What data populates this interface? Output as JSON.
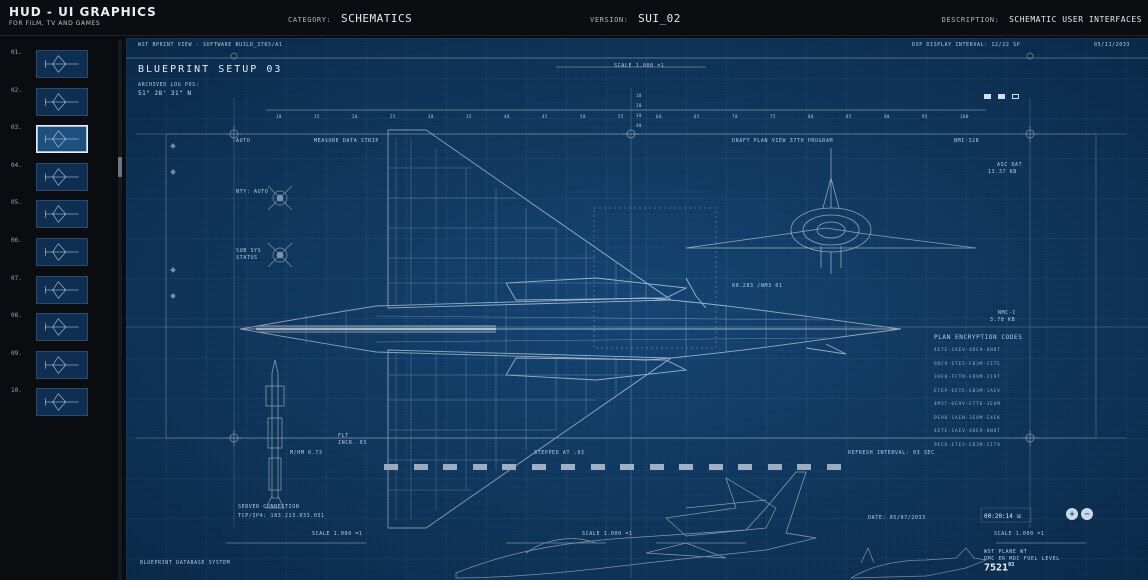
{
  "header": {
    "brand_title": "HUD - UI GRAPHICS",
    "brand_subtitle": "FOR FILM, TV AND GAMES",
    "category_key": "CATEGORY:",
    "category_value": "SCHEMATICS",
    "version_key": "VERSION:",
    "version_value": "SUI_02",
    "description_key": "DESCRIPTION:",
    "description_value": "SCHEMATIC USER INTERFACES"
  },
  "sidebar": {
    "items": [
      {
        "num": "01."
      },
      {
        "num": "02."
      },
      {
        "num": "03."
      },
      {
        "num": "04."
      },
      {
        "num": "05."
      },
      {
        "num": "06."
      },
      {
        "num": "07."
      },
      {
        "num": "08."
      },
      {
        "num": "09."
      },
      {
        "num": "10."
      }
    ],
    "active_index": 2
  },
  "blueprint": {
    "header_left": "WST BPRINT VIEW - SOFTWARE BUILD_3765/A1",
    "header_right": "DSP DISPLAY INTERVAL: 12/22 SP",
    "date_top": "05/11/2033",
    "title": "BLUEPRINT SETUP 03",
    "archived_label": "ARCHIVED LOG POS:",
    "coords": "51° 28' 31\" N",
    "scale_top": "SCALE 1.000 =1",
    "scale_bottom_left": "SCALE 1.000 =1",
    "scale_bottom_mid": "SCALE 1.000 =1",
    "scale_bottom_right": "SCALE 1.000 =1",
    "auto_label": "AUTO",
    "measure_label": "MEASURE DATA STRIP",
    "draft_label": "DRAFT PLAN VIEW 37TH PROGRAM",
    "nm_label": "NMI-328",
    "asc_label": "ASC DAT",
    "asc_value": "13.37 KB",
    "nty_label": "NTY: AUTO",
    "sub_sys_label": "SUB SYS",
    "status_label": "STATUS",
    "pos_label": "00.283 /NM3 01",
    "nmc_label": "NMC-C",
    "nmc_value": "3.78 KB",
    "encryption_title": "PLAN ENCRYPTION CODES",
    "codes": [
      "4E7E-1AEV-8DE9-8N8T",
      "9DC9-ETE5-EB3M-21TE",
      "3AE8-FCTN-ER9M-219T",
      "ETEP-EETE-EB3M-1AEV",
      "4M5T-DE9V-ETT6-3E0M",
      "DE9B-1AEN-3E0M-E4EK",
      "4E7E-1AEV-8DE9-8N8T",
      "9ECD-ETE5-ED3M-21T8"
    ],
    "flt_label": "FLT",
    "flt_value": "INCR. 03",
    "mhm_label": "M/HM 0.73",
    "stepped_label": "STEPPED AT .03",
    "refresh_label": "REFRESH INTERVAL: 03 SEC",
    "server_label": "SERVER CONNECTION",
    "server_ip": "TCP/IP4: 183.213.033.031",
    "date_bottom": "DATE: 05/07/2033",
    "timer": "00:20:14",
    "timer_unit": "SE",
    "db_label": "BLUEPRINT DATABASE SYSTEM",
    "wst_label": "WST PLANE WT",
    "dmc_label": "DMC ER MDC FUEL LEVEL",
    "big_num": "7521",
    "big_num_sup": "03",
    "zoom_in": "+",
    "zoom_out": "−",
    "ruler_ticks": [
      "10",
      "15",
      "20",
      "25",
      "30",
      "35",
      "40",
      "45",
      "50",
      "55",
      "60",
      "65",
      "70",
      "75",
      "80",
      "85",
      "90",
      "95",
      "100"
    ],
    "v_ruler_ticks": [
      "10",
      "20",
      "30",
      "40"
    ]
  },
  "colors": {
    "canvas": "#0f3a63",
    "line": "#dfe9f4",
    "accent": "#9fc0e0"
  }
}
